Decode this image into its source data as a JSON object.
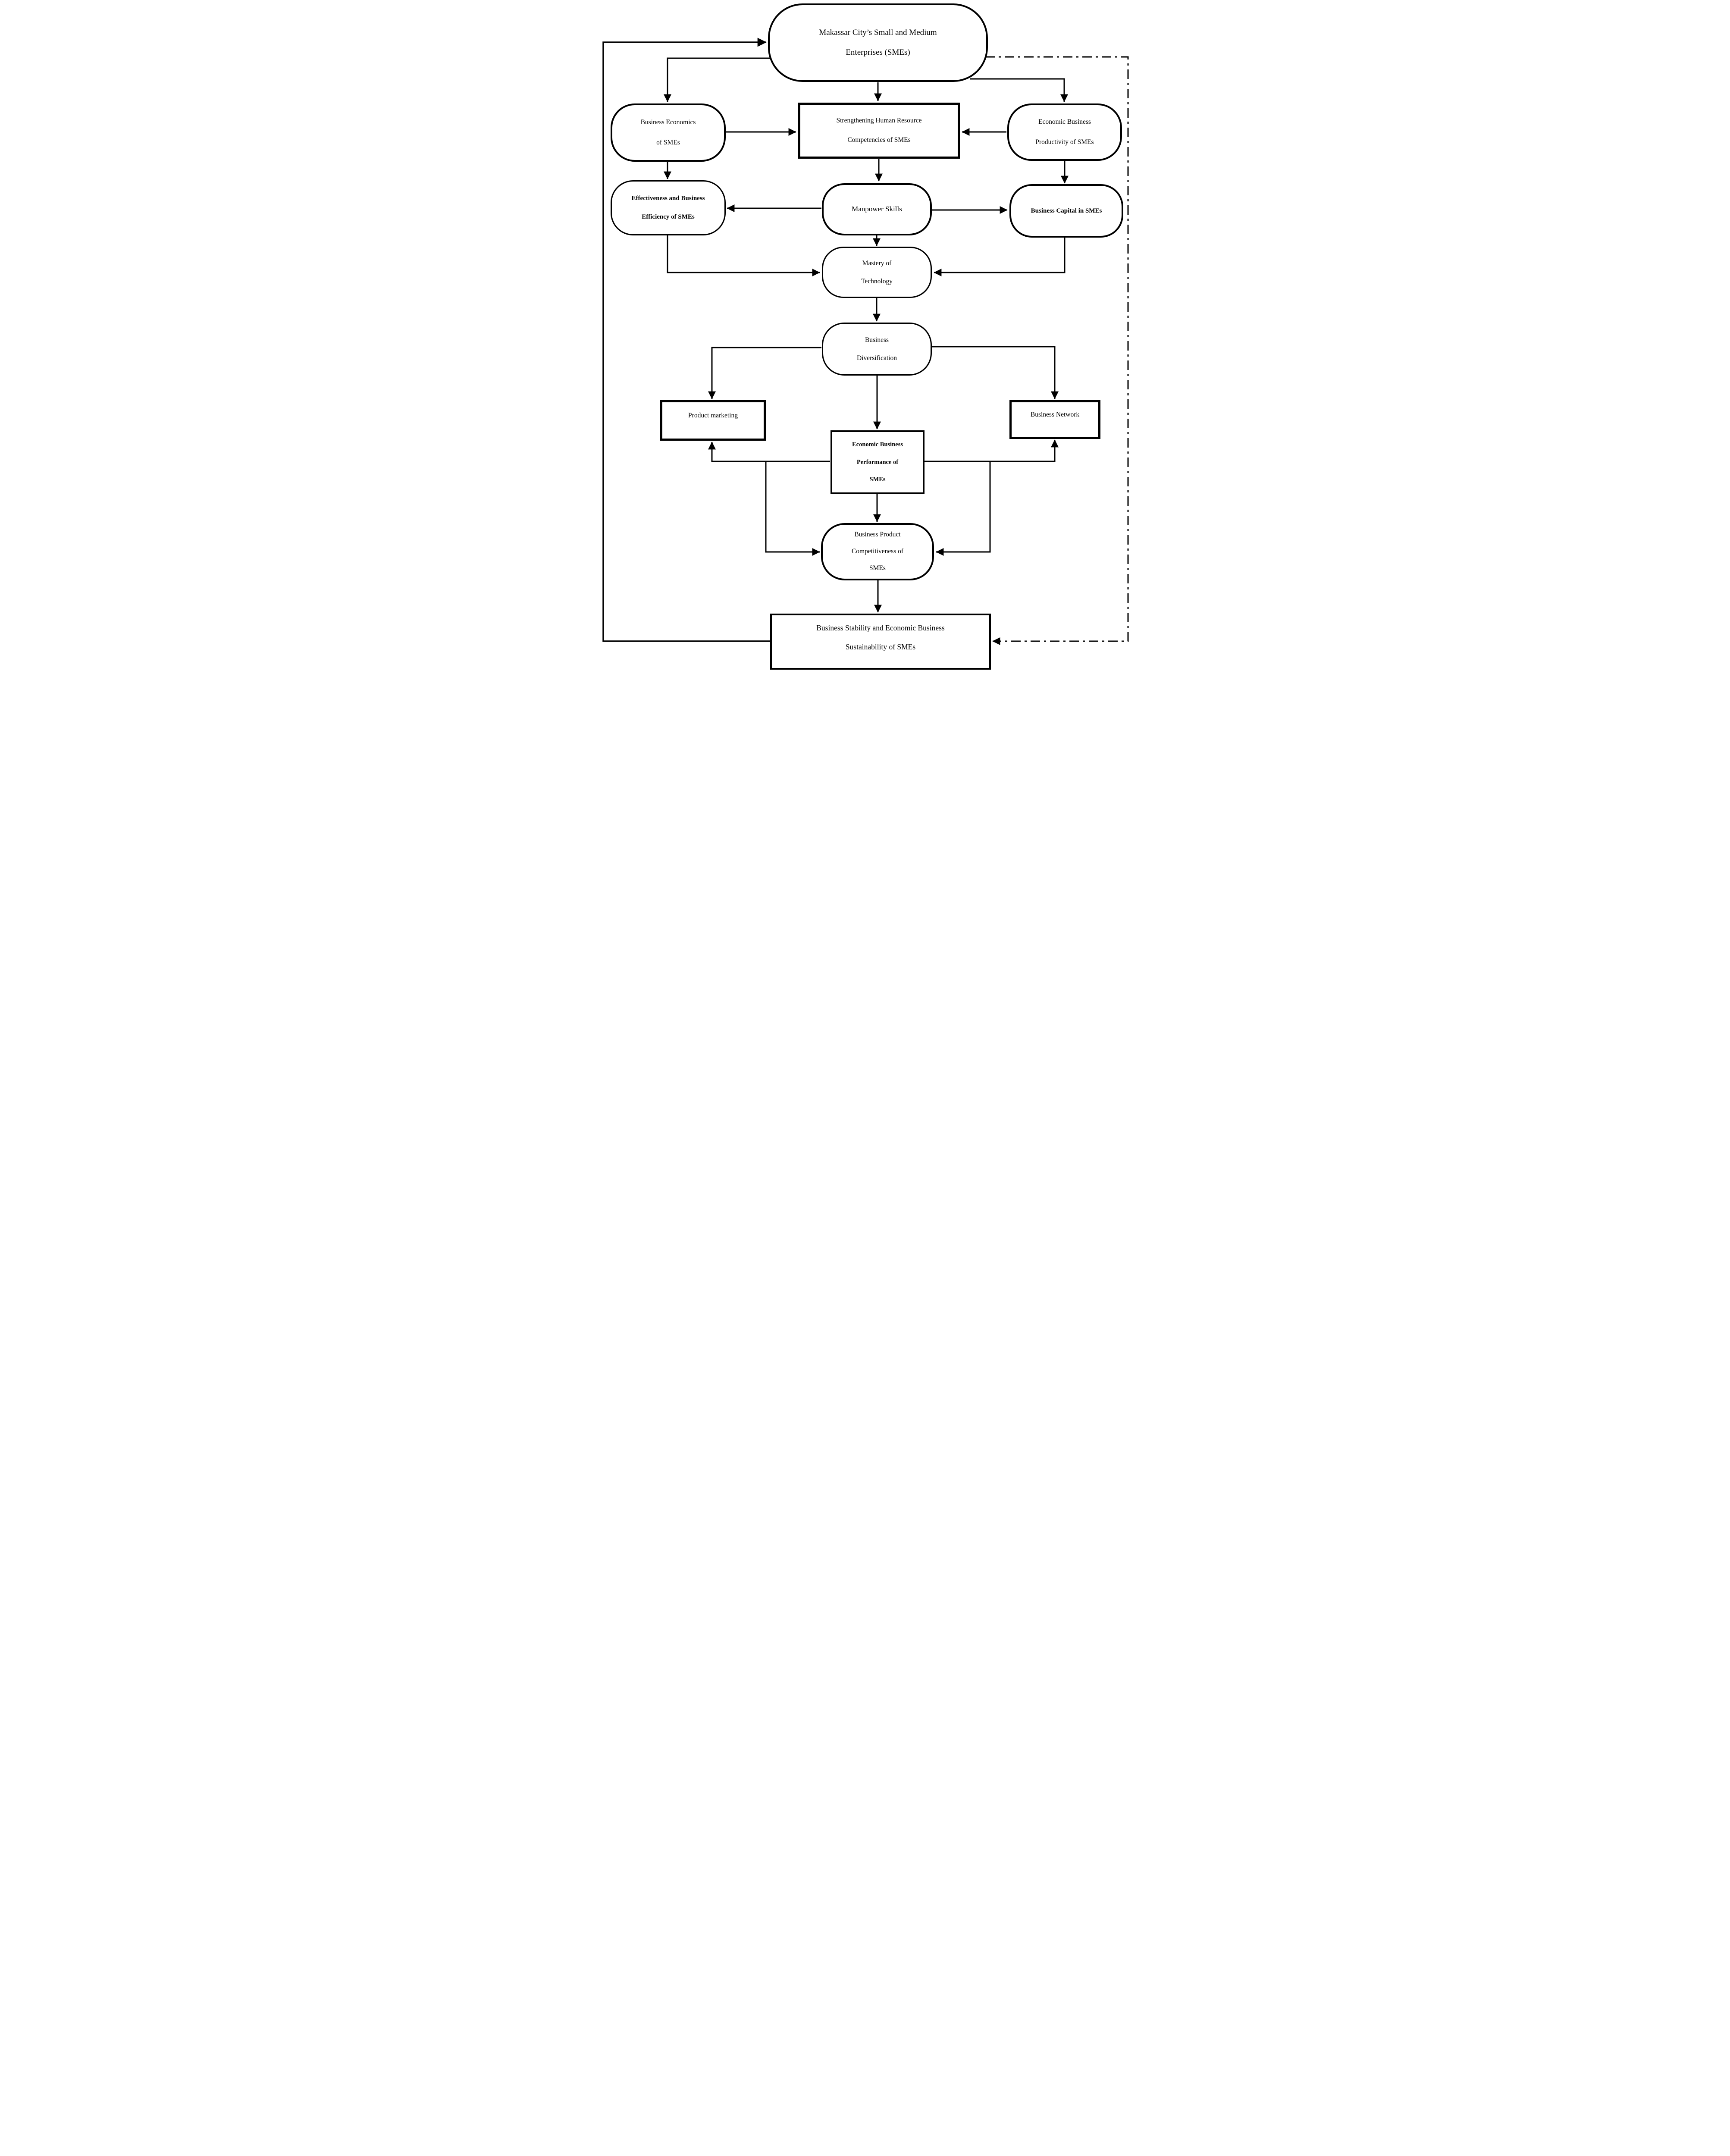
{
  "diagram_type": "flowchart",
  "colors": {
    "ink": "#000000",
    "background": "#ffffff"
  },
  "nodes": {
    "smes": {
      "label": "Makassar City’s Small and Medium\nEnterprises (SMEs)",
      "shape": "stadium"
    },
    "business_economics": {
      "label": "Business Economics\nof SMEs",
      "shape": "stadium"
    },
    "strengthening_hr": {
      "label": "Strengthening Human Resource\nCompetencies of SMEs",
      "shape": "rectangle"
    },
    "economic_productivity": {
      "label": "Economic Business\nProductivity of SMEs",
      "shape": "stadium"
    },
    "effectiveness_efficiency": {
      "label": "Effectiveness and Business\nEfficiency of SMEs",
      "shape": "stadium"
    },
    "manpower_skills": {
      "label": "Manpower Skills",
      "shape": "stadium"
    },
    "business_capital": {
      "label": "Business Capital in SMEs",
      "shape": "stadium"
    },
    "mastery_technology": {
      "label": "Mastery of\nTechnology",
      "shape": "stadium"
    },
    "business_diversification": {
      "label": "Business\nDiversification",
      "shape": "stadium"
    },
    "product_marketing": {
      "label": "Product marketing",
      "shape": "rectangle"
    },
    "economic_performance": {
      "label": "Economic Business\nPerformance of\nSMEs",
      "shape": "rectangle"
    },
    "business_network": {
      "label": "Business Network",
      "shape": "rectangle"
    },
    "product_competitiveness": {
      "label": "Business Product\nCompetitiveness of\nSMEs",
      "shape": "stadium"
    },
    "business_stability": {
      "label": "Business Stability and Economic Business\nSustainability of SMEs",
      "shape": "rectangle"
    }
  },
  "edges": [
    {
      "from": "business_stability",
      "to": "smes",
      "style": "solid"
    },
    {
      "from": "smes",
      "to": "strengthening_hr",
      "style": "solid"
    },
    {
      "from": "smes",
      "to": "business_economics",
      "style": "solid"
    },
    {
      "from": "smes",
      "to": "economic_productivity",
      "style": "solid"
    },
    {
      "from": "smes",
      "to": "business_stability",
      "style": "dash-dot"
    },
    {
      "from": "business_economics",
      "to": "strengthening_hr",
      "style": "solid"
    },
    {
      "from": "economic_productivity",
      "to": "strengthening_hr",
      "style": "solid"
    },
    {
      "from": "strengthening_hr",
      "to": "manpower_skills",
      "style": "solid"
    },
    {
      "from": "business_economics",
      "to": "effectiveness_efficiency",
      "style": "solid"
    },
    {
      "from": "economic_productivity",
      "to": "business_capital",
      "style": "solid"
    },
    {
      "from": "manpower_skills",
      "to": "effectiveness_efficiency",
      "style": "solid"
    },
    {
      "from": "manpower_skills",
      "to": "business_capital",
      "style": "solid"
    },
    {
      "from": "manpower_skills",
      "to": "mastery_technology",
      "style": "solid"
    },
    {
      "from": "effectiveness_efficiency",
      "to": "mastery_technology",
      "style": "solid"
    },
    {
      "from": "business_capital",
      "to": "mastery_technology",
      "style": "solid"
    },
    {
      "from": "mastery_technology",
      "to": "business_diversification",
      "style": "solid"
    },
    {
      "from": "business_diversification",
      "to": "product_marketing",
      "style": "solid"
    },
    {
      "from": "business_diversification",
      "to": "business_network",
      "style": "solid"
    },
    {
      "from": "business_diversification",
      "to": "economic_performance",
      "style": "solid"
    },
    {
      "from": "economic_performance",
      "to": "product_marketing",
      "style": "solid"
    },
    {
      "from": "economic_performance",
      "to": "business_network",
      "style": "solid"
    },
    {
      "from": "economic_performance",
      "to": "product_competitiveness",
      "style": "solid",
      "note": "left and right branches"
    },
    {
      "from": "economic_performance",
      "to": "product_competitiveness",
      "style": "solid",
      "note": "direct vertical"
    },
    {
      "from": "product_competitiveness",
      "to": "business_stability",
      "style": "solid"
    }
  ]
}
